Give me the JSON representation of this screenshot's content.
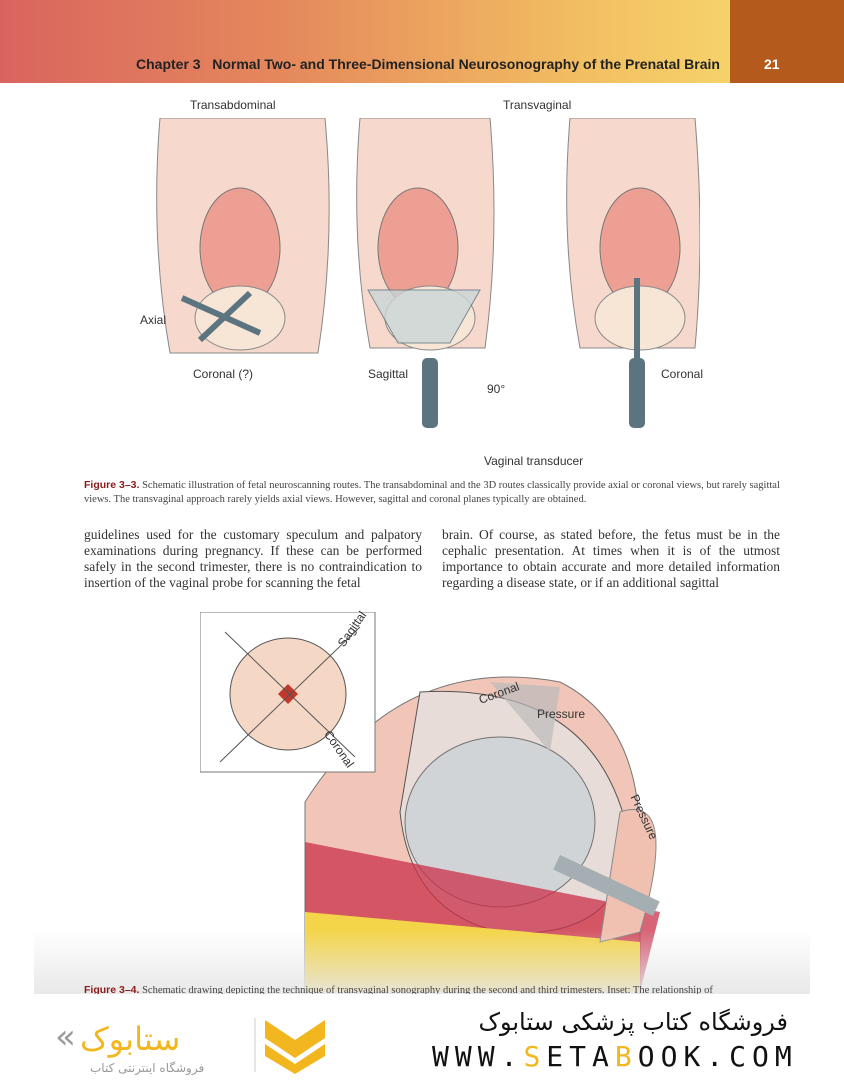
{
  "header": {
    "chapter": "Chapter 3",
    "title": "Normal Two- and Three-Dimensional Neurosonography of the Prenatal Brain",
    "page_number": "21"
  },
  "figure3": {
    "labels": {
      "transabdominal": "Transabdominal",
      "transvaginal": "Transvaginal",
      "axial": "Axial",
      "coronal_q": "Coronal (?)",
      "sagittal": "Sagittal",
      "rotation": "90°",
      "coronal": "Coronal",
      "vaginal_transducer": "Vaginal transducer"
    },
    "caption_label": "Figure 3–3.",
    "caption": "Schematic illustration of fetal neuroscanning routes. The transabdominal and the 3D routes classically provide axial or coronal views, but rarely sagittal views. The transvaginal approach rarely yields axial views. However, sagittal and coronal planes typically are obtained."
  },
  "body": {
    "left": "guidelines used for the customary speculum and palpatory examinations during pregnancy. If these can be performed safely in the second trimester, there is no contraindication to insertion of the vaginal probe for scanning the fetal",
    "right": "brain. Of course, as stated before, the fetus must be in the cephalic presentation. At times when it is of the utmost importance to obtain accurate and more detailed information regarding a disease state, or if an additional sagittal"
  },
  "figure4": {
    "labels": {
      "sagittal": "Sagittal",
      "inset_coronal": "Coronal",
      "coronal": "Coronal",
      "pressure1": "Pressure",
      "pressure2": "Pressure"
    },
    "caption_label": "Figure 3–4.",
    "caption": "Schematic drawing depicting the technique of transvaginal sonography during the second and third trimesters. Inset: The relationship of"
  },
  "footer": {
    "store_name_fa": "فروشگاه کتاب پزشکی ستابوک",
    "url_parts": [
      "WWW.",
      "S",
      "ETA",
      "B",
      "OOK.COM"
    ],
    "logo_text": "ستابوک",
    "logo_sub": "فروشگاه اینترنتی کتاب",
    "accent": "#f2b61f"
  }
}
